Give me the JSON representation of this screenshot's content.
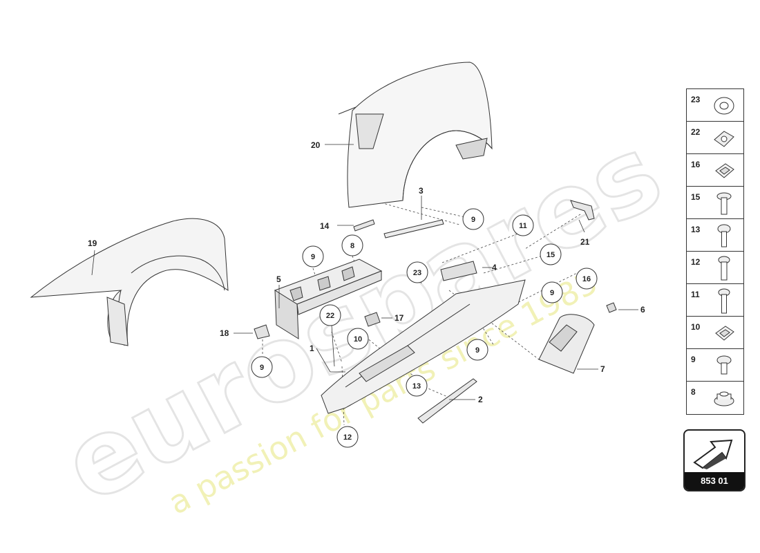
{
  "watermark": {
    "brand": "eurospares",
    "tagline": "a passion for parts since 1985",
    "brand_color": "#e6e6e6",
    "tagline_color": "#f2f2b0"
  },
  "callouts": {
    "c19": "19",
    "c20": "20",
    "c3": "3",
    "c14": "14",
    "c9a": "9",
    "c8": "8",
    "c9b": "9",
    "c5": "5",
    "c11": "11",
    "c15": "15",
    "c23": "23",
    "c4": "4",
    "c21": "21",
    "c16": "16",
    "c9c": "9",
    "c6": "6",
    "c22": "22",
    "c17": "17",
    "c10": "10",
    "c18": "18",
    "c1": "1",
    "c9d": "9",
    "c9e": "9",
    "c7": "7",
    "c13": "13",
    "c2": "2",
    "c12": "12"
  },
  "legend": [
    {
      "num": "23",
      "icon": "washer-icon"
    },
    {
      "num": "22",
      "icon": "spring-nut-icon"
    },
    {
      "num": "16",
      "icon": "clip-nut-icon"
    },
    {
      "num": "15",
      "icon": "flat-head-screw-icon"
    },
    {
      "num": "13",
      "icon": "pan-head-screw-icon"
    },
    {
      "num": "12",
      "icon": "bolt-icon"
    },
    {
      "num": "11",
      "icon": "long-screw-icon"
    },
    {
      "num": "10",
      "icon": "clip-nut-icon"
    },
    {
      "num": "9",
      "icon": "short-screw-icon"
    },
    {
      "num": "8",
      "icon": "flange-nut-icon"
    }
  ],
  "reference": {
    "code": "853 01",
    "icon": "direction-arrow-icon"
  }
}
